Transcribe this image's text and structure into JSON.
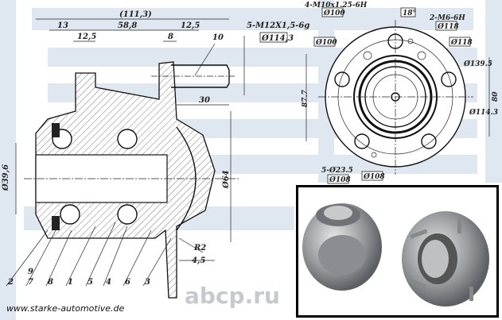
{
  "side_view": {
    "overall_length": "(111,3)",
    "dim_13": "13",
    "dim_58_8": "58,8",
    "dim_12_5_top": "12,5",
    "dim_12_5_inner": "12,5",
    "dim_8": "8",
    "dim_10": "10",
    "stud_thread": "5-M12X1,5-6g",
    "stud_pcd": "Ø114,3",
    "dim_30": "30",
    "dim_bore": "Ø39,6",
    "dim_64": "Ø64",
    "radius": "R2",
    "dim_4_5": "4,5",
    "parts": [
      "2",
      "9",
      "7",
      "8",
      "1",
      "5",
      "4",
      "6",
      "3"
    ]
  },
  "front_view": {
    "thread_holes": "4-M10x1.25-6H",
    "thread_pcd": "Ø100",
    "angle": "18°",
    "small_thread": "2-M6-6H",
    "small_pcd": "Ø118",
    "left_pcd": "Ø100",
    "right_pcd": "Ø118",
    "outer_dia": "Ø139.5",
    "height_left": "87.7",
    "height_right": "80",
    "stud_pcd": "Ø114.3",
    "cutouts": "5-Ø23.5",
    "cutout_pcd": "Ø108",
    "cutout_pcd_2": "Ø108"
  },
  "footer": {
    "website": "www.starke-automotive.de"
  },
  "watermark": "abcp.ru",
  "colors": {
    "background_stripes": "#dfe7f0",
    "line": "#222222"
  }
}
